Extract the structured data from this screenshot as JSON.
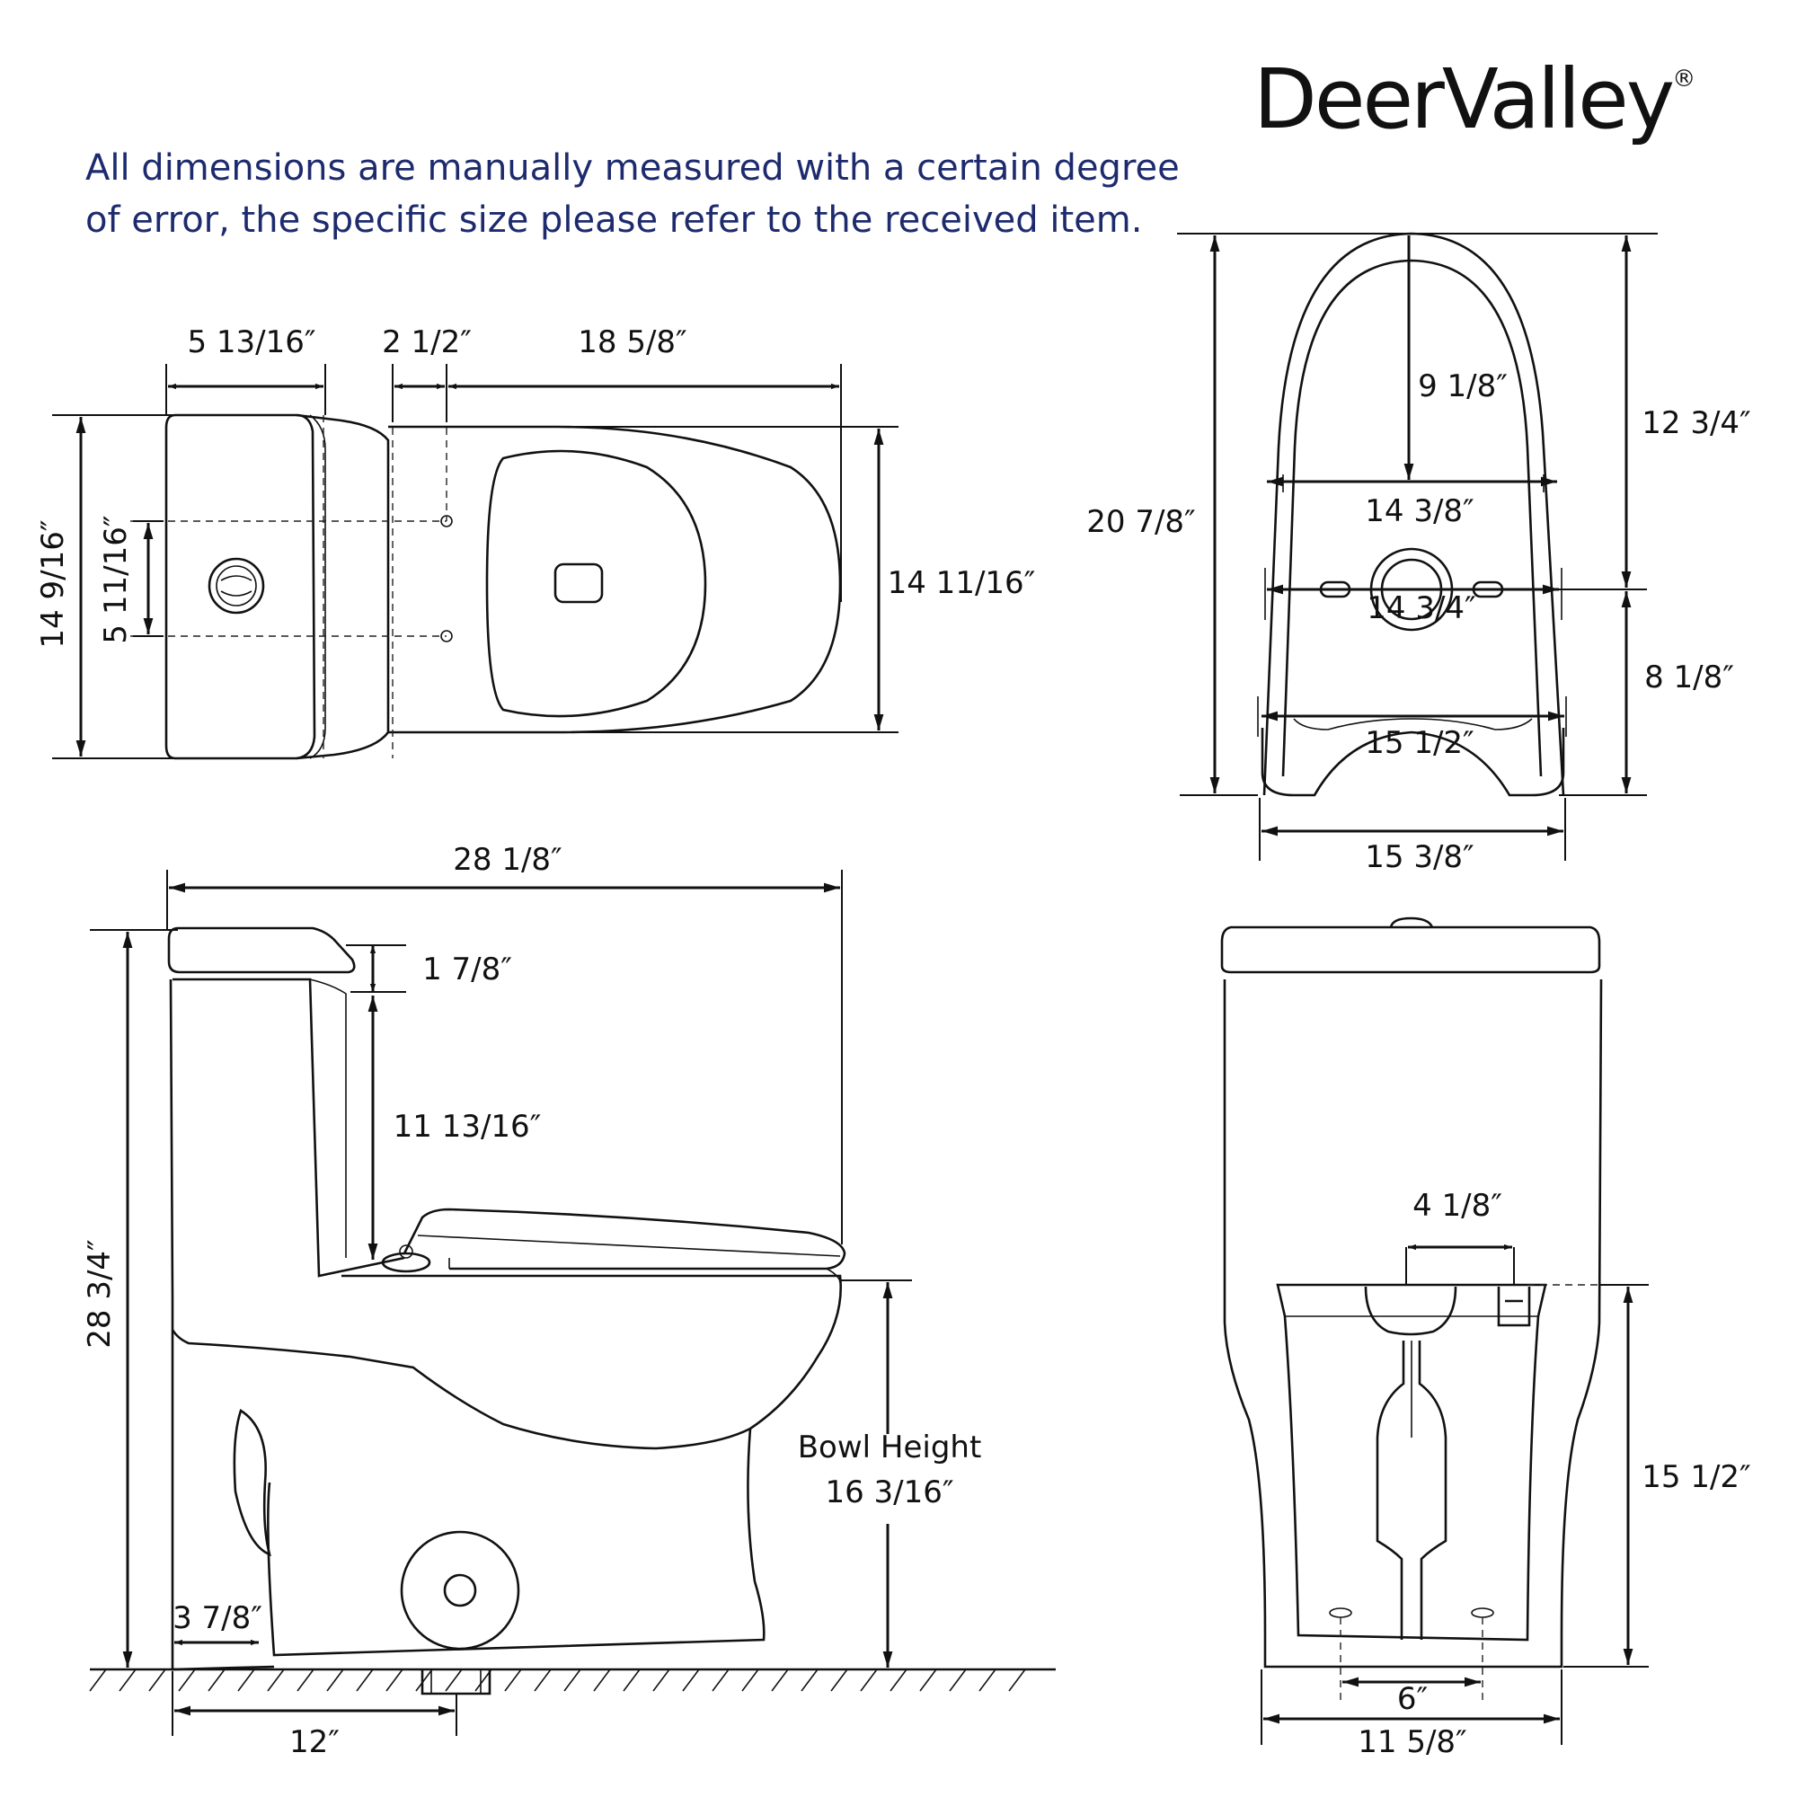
{
  "brand": {
    "name": "DeerValley",
    "mark": "®"
  },
  "note": {
    "line1": "All dimensions are manually measured with a certain degree",
    "line2": "of error, the specific size please refer to the received item."
  },
  "top_view": {
    "tank_depth": "5 13/16″",
    "hole_offset": "2 1/2″",
    "bowl_length": "18 5/8″",
    "total_width": "14 9/16″",
    "hole_spacing": "5 11/16″",
    "bowl_width": "14 11/16″"
  },
  "front_top_view": {
    "total_length": "20 7/8″",
    "inner_depth": "9 1/8″",
    "rear_length": "12 3/4″",
    "width_a": "14 3/8″",
    "width_b": "14 3/4″",
    "front_length": "8 1/8″",
    "width_c": "15 1/2″",
    "base_width": "15 3/8″"
  },
  "side_view": {
    "total_length": "28 1/8″",
    "lid_height": "1 7/8″",
    "tank_height": "11 13/16″",
    "total_height": "28 3/4″",
    "bowl_height_label": "Bowl Height",
    "bowl_height": "16 3/16″",
    "wall_gap": "3 7/8″",
    "rough_in": "12″"
  },
  "rear_view": {
    "outlet_width": "4 1/8″",
    "base_height": "15 1/2″",
    "bolt_spacing": "6″",
    "base_width": "11 5/8″"
  }
}
